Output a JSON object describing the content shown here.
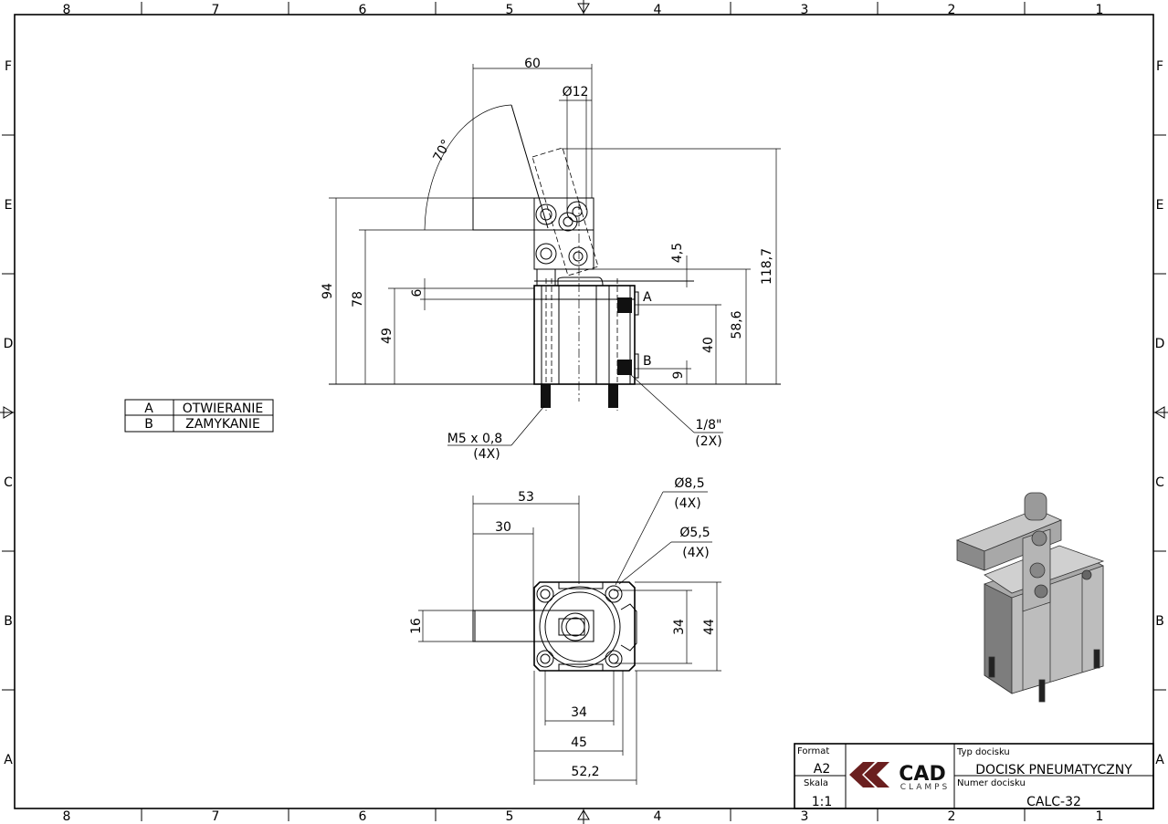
{
  "sheet": {
    "zones_columns": [
      "8",
      "7",
      "6",
      "5",
      "4",
      "3",
      "2",
      "1"
    ],
    "zones_rows": [
      "F",
      "E",
      "D",
      "C",
      "B",
      "A"
    ]
  },
  "legend_table": [
    {
      "key": "A",
      "value": "OTWIERANIE"
    },
    {
      "key": "B",
      "value": "ZAMYKANIE"
    }
  ],
  "front_view": {
    "dims": {
      "width_60": "60",
      "dia_12": "Ø12",
      "angle_70": "70°",
      "height_118_7": "118,7",
      "height_94": "94",
      "height_78": "78",
      "height_49": "49",
      "height_6": "6",
      "height_4_5": "4,5",
      "height_58_6": "58,6",
      "height_40": "40",
      "height_9": "9"
    },
    "port_a": "A",
    "port_b": "B",
    "thread_note": {
      "line1": "M5 x 0,8",
      "line2": "(4X)"
    },
    "port_note": {
      "line1": "1/8\"",
      "line2": "(2X)"
    }
  },
  "bottom_view": {
    "dims": {
      "width_53": "53",
      "width_30": "30",
      "height_16": "16",
      "height_34": "34",
      "height_44": "44",
      "width_34": "34",
      "width_45": "45",
      "width_52_2": "52,2"
    },
    "hole_note_1": {
      "line1": "Ø8,5",
      "line2": "(4X)"
    },
    "hole_note_2": {
      "line1": "Ø5,5",
      "line2": "(4X)"
    }
  },
  "title_block": {
    "format_label": "Format",
    "format_value": "A2",
    "scale_label": "Skala",
    "scale_value": "1:1",
    "logo_text": "CAD",
    "logo_subtext": "CLAMPS",
    "logo_color": "#6b1f1f",
    "type_label": "Typ docisku",
    "type_value": "DOCISK PNEUMATYCZNY",
    "number_label": "Numer docisku",
    "number_value": "CALC-32"
  }
}
